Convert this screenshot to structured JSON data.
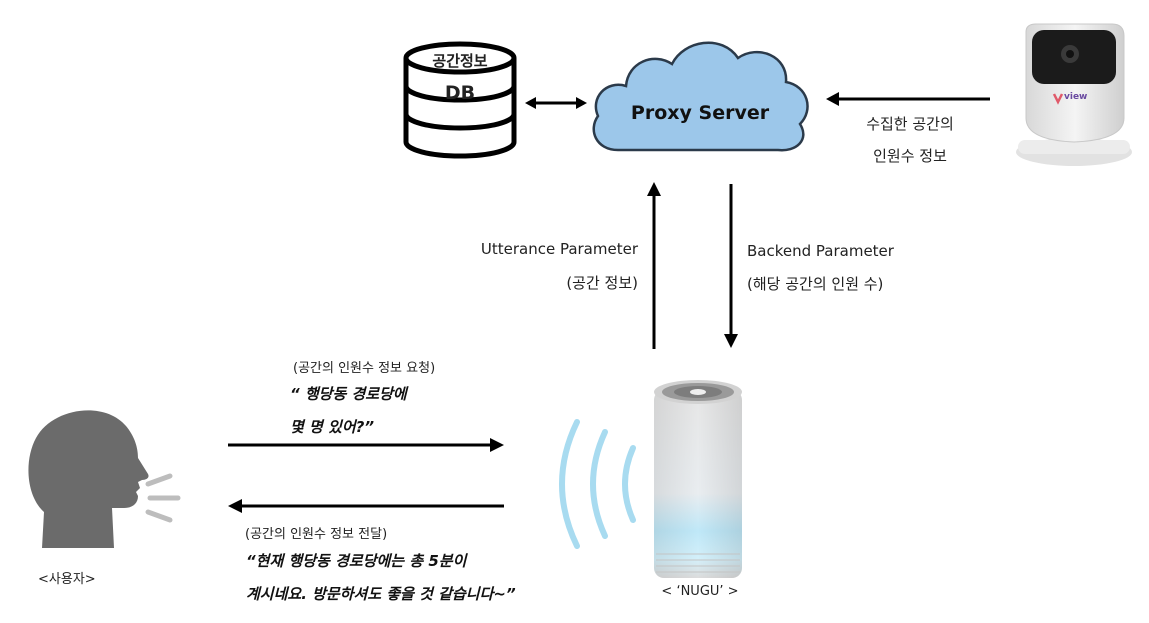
{
  "db": {
    "label_top": "공간정보",
    "label_main": "DB"
  },
  "cloud": {
    "label": "Proxy Server"
  },
  "camera": {
    "brand": "view",
    "caption_line1": "수집한 공간의",
    "caption_line2": "인원수 정보"
  },
  "up_arrow": {
    "label_line1": "Utterance Parameter",
    "label_line2": "(공간 정보)"
  },
  "down_arrow": {
    "label_line1": "Backend Parameter",
    "label_line2": "(해당 공간의 인원 수)"
  },
  "request": {
    "caption": "(공간의 인원수 정보 요청)",
    "quote_line1": "“ 행당동 경로당에",
    "quote_line2": "몇 명 있어?”"
  },
  "response": {
    "caption": "(공간의 인원수 정보 전달)",
    "quote_line1": "“현재 행당동 경로당에는 총 5분이",
    "quote_line2": "계시네요. 방문하셔도 좋을 것 같습니다~”"
  },
  "user": {
    "label": "<사용자>"
  },
  "speaker": {
    "label": "< ‘NUGU’ >"
  },
  "colors": {
    "cloud_fill": "#9cc7ea",
    "cloud_stroke": "#2b3a4a",
    "arrow": "#000000",
    "person": "#6b6b6b",
    "wave": "#a8dbf0"
  }
}
